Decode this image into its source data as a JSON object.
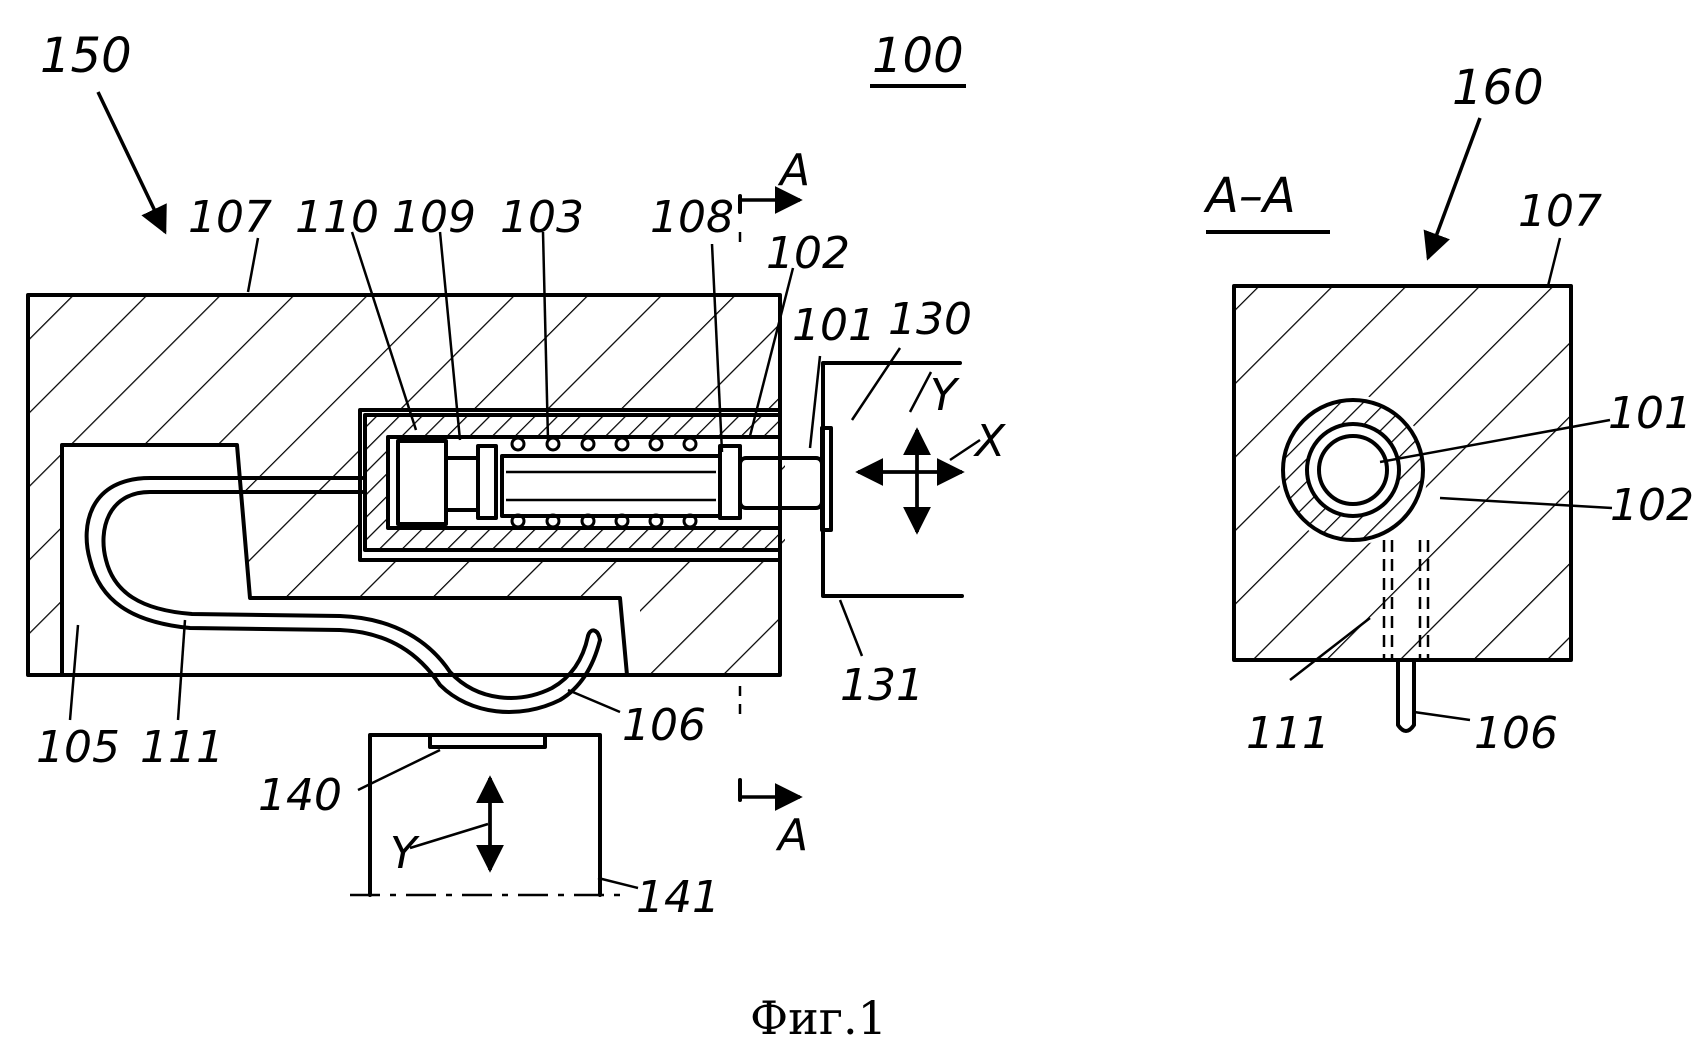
{
  "figure": {
    "caption": "Фиг.1",
    "labels": {
      "l150": "150",
      "l100": "100",
      "l107a": "107",
      "l110": "110",
      "l109": "109",
      "l103": "103",
      "l108": "108",
      "l102a": "102",
      "l101a": "101",
      "l130": "130",
      "lA_top": "A",
      "lY1": "Y",
      "lX": "X",
      "l131": "131",
      "l105": "105",
      "l111a": "111",
      "l106a": "106",
      "l140": "140",
      "lY2": "Y",
      "lA_bot": "A",
      "l141": "141",
      "l160": "160",
      "lAA": "A–A",
      "l107b": "107",
      "l101b": "101",
      "l102b": "102",
      "l111b": "111",
      "l106b": "106"
    }
  }
}
